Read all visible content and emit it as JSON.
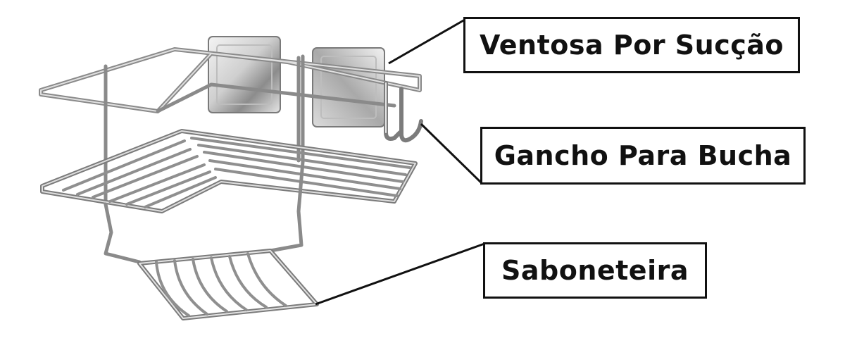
{
  "labels": {
    "suction": "Ventosa Por Sucção",
    "hook": "Gancho Para Bucha",
    "soap_dish": "Saboneteira"
  },
  "colors": {
    "background": "#ffffff",
    "label_border": "#111111",
    "label_text": "#111111",
    "chrome_dark": "#6a6a6a",
    "chrome_light": "#d9d9d9"
  }
}
